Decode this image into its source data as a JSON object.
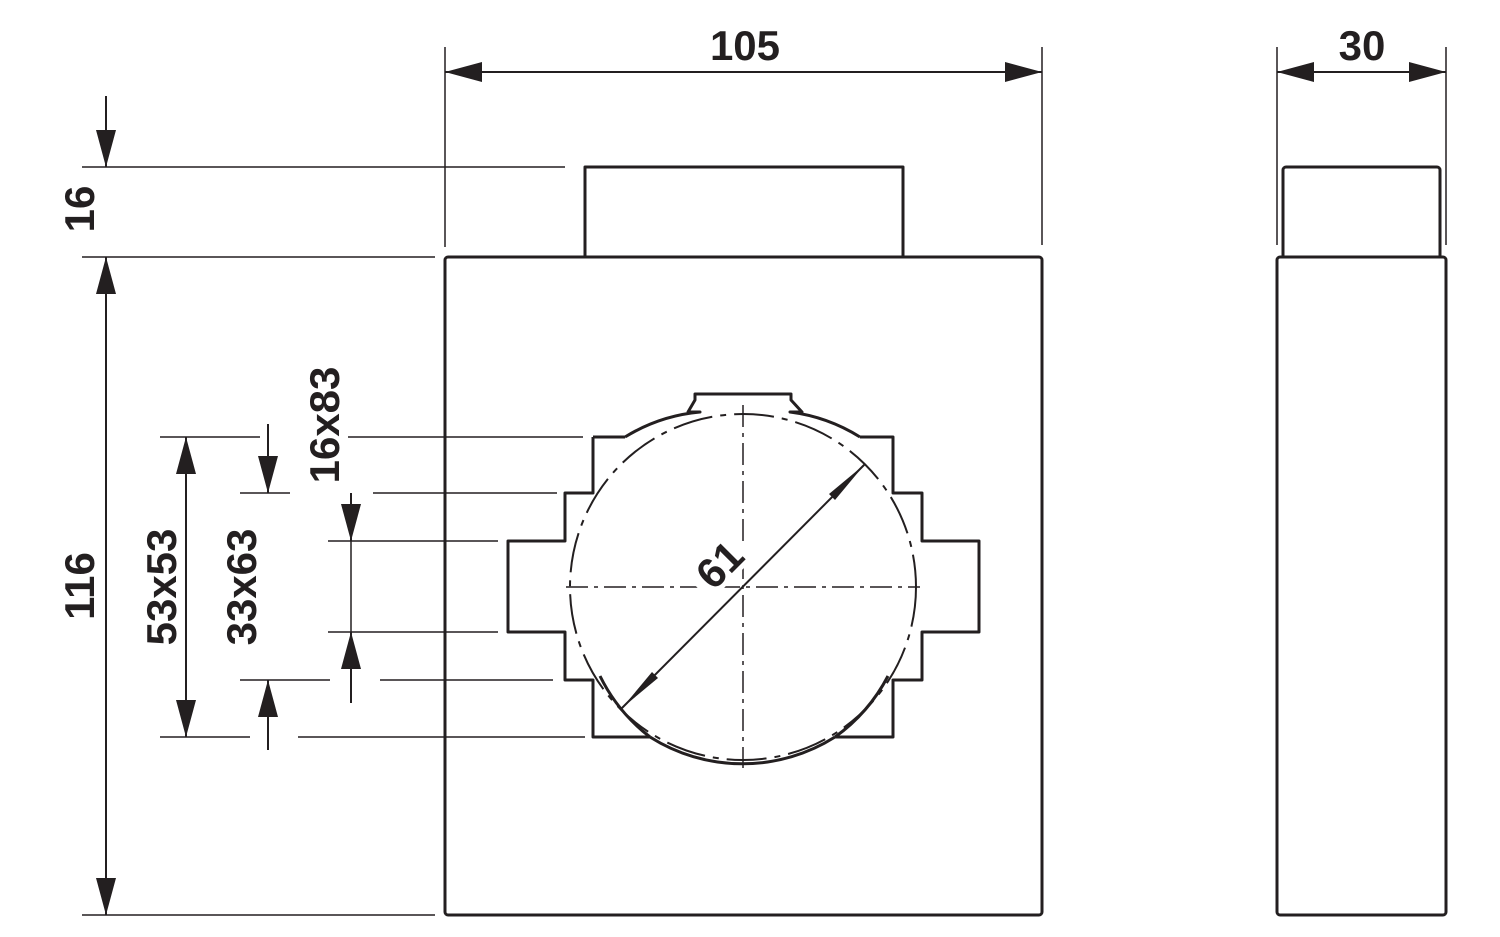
{
  "dimensions": {
    "width": "105",
    "depth": "30",
    "top_height": "16",
    "body_height": "116",
    "opening_1": "53x53",
    "opening_2": "33x63",
    "opening_3": "16x83",
    "diameter": "61"
  },
  "colors": {
    "line": "#231f20",
    "background": "#ffffff"
  }
}
